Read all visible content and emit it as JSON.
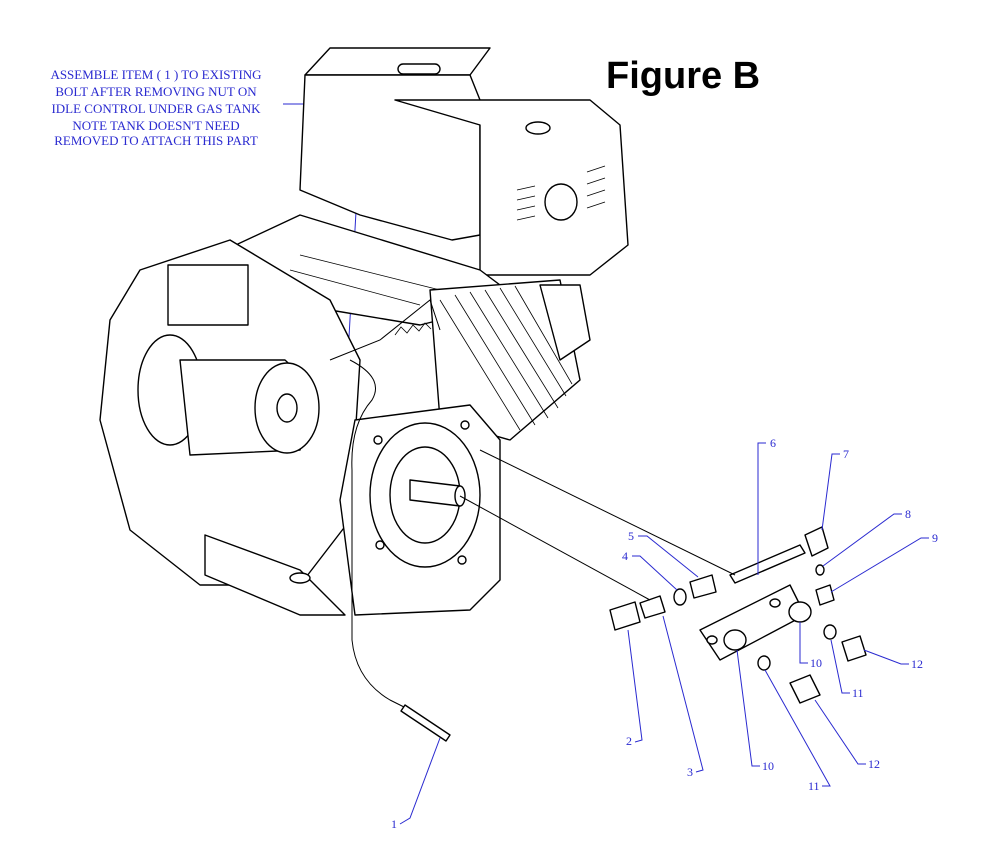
{
  "figure_title": "Figure B",
  "note": {
    "lines": [
      "ASSEMBLE ITEM ( 1 ) TO EXISTING",
      "BOLT AFTER REMOVING NUT ON",
      "IDLE CONTROL UNDER GAS TANK",
      "NOTE TANK DOESN'T NEED",
      "REMOVED TO ATTACH THIS PART"
    ]
  },
  "callouts": [
    {
      "id": "1",
      "label": "1"
    },
    {
      "id": "2",
      "label": "2"
    },
    {
      "id": "3",
      "label": "3"
    },
    {
      "id": "4",
      "label": "4"
    },
    {
      "id": "5",
      "label": "5"
    },
    {
      "id": "6",
      "label": "6"
    },
    {
      "id": "7",
      "label": "7"
    },
    {
      "id": "8",
      "label": "8"
    },
    {
      "id": "9",
      "label": "9"
    },
    {
      "id": "10a",
      "label": "10"
    },
    {
      "id": "10b",
      "label": "10"
    },
    {
      "id": "11a",
      "label": "11"
    },
    {
      "id": "11b",
      "label": "11"
    },
    {
      "id": "12a",
      "label": "12"
    },
    {
      "id": "12b",
      "label": "12"
    }
  ],
  "colors": {
    "annotation": "#2a2ad0",
    "line_art": "#000000"
  }
}
